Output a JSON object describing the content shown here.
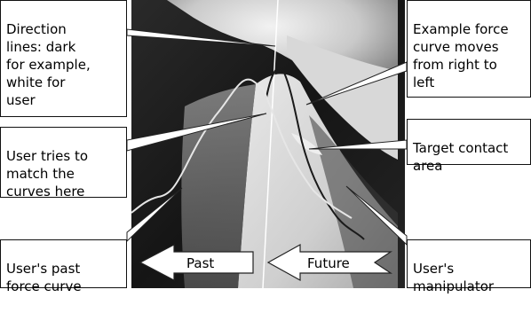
{
  "labels": {
    "direction_lines": "Direction\nlines: dark\nfor example,\nwhite for\nuser",
    "user_tries": "User tries to\nmatch the\ncurves here",
    "users_past": "User's past\nforce curve",
    "example_force": "Example force\ncurve moves\nfrom right to\nleft",
    "target_contact": "Target contact\narea",
    "users_manipulator": "User's\nmanipulator"
  },
  "arrows": {
    "past": "Past",
    "future": "Future"
  },
  "colors": {
    "label_bg": "#ffffff",
    "label_border": "#111111",
    "pointer": "#ffffff",
    "photo_dark": "#1c1c1c",
    "photo_light": "#dcdcdc"
  }
}
